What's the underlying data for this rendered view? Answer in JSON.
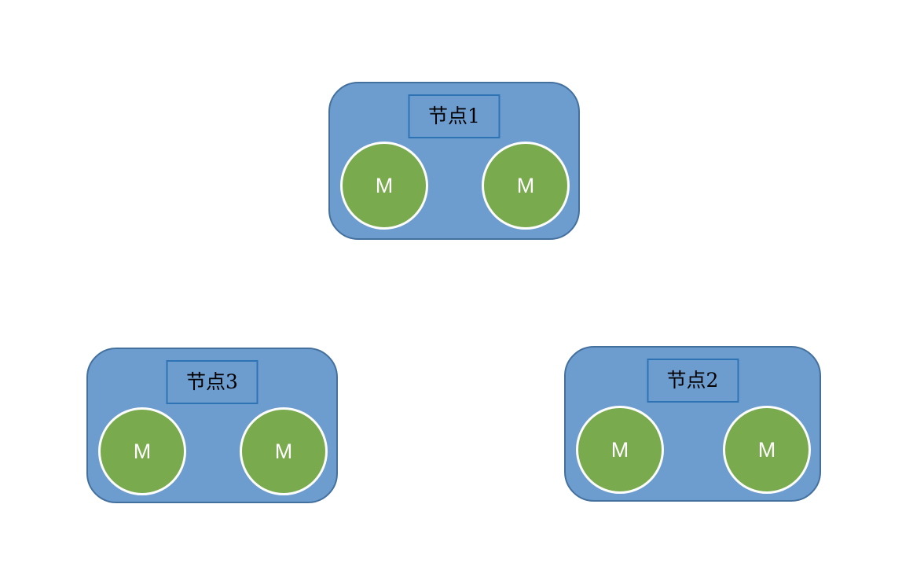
{
  "diagram": {
    "title": "cluster-nodes-diagram",
    "colors": {
      "canvas_bg": "#ffffff",
      "node_fill": "#6d9ccf",
      "node_border": "#44709d",
      "label_border": "#2e74b5",
      "label_text": "#000000",
      "circle_fill": "#7aaa4e",
      "circle_border": "#fcfdfc",
      "circle_text": "#ffffff"
    },
    "nodes": [
      {
        "id": "node-1",
        "label": "节点1",
        "position": "top-center",
        "members": [
          "M",
          "M"
        ]
      },
      {
        "id": "node-3",
        "label": "节点3",
        "position": "bottom-left",
        "members": [
          "M",
          "M"
        ]
      },
      {
        "id": "node-2",
        "label": "节点2",
        "position": "bottom-right",
        "members": [
          "M",
          "M"
        ]
      }
    ]
  }
}
